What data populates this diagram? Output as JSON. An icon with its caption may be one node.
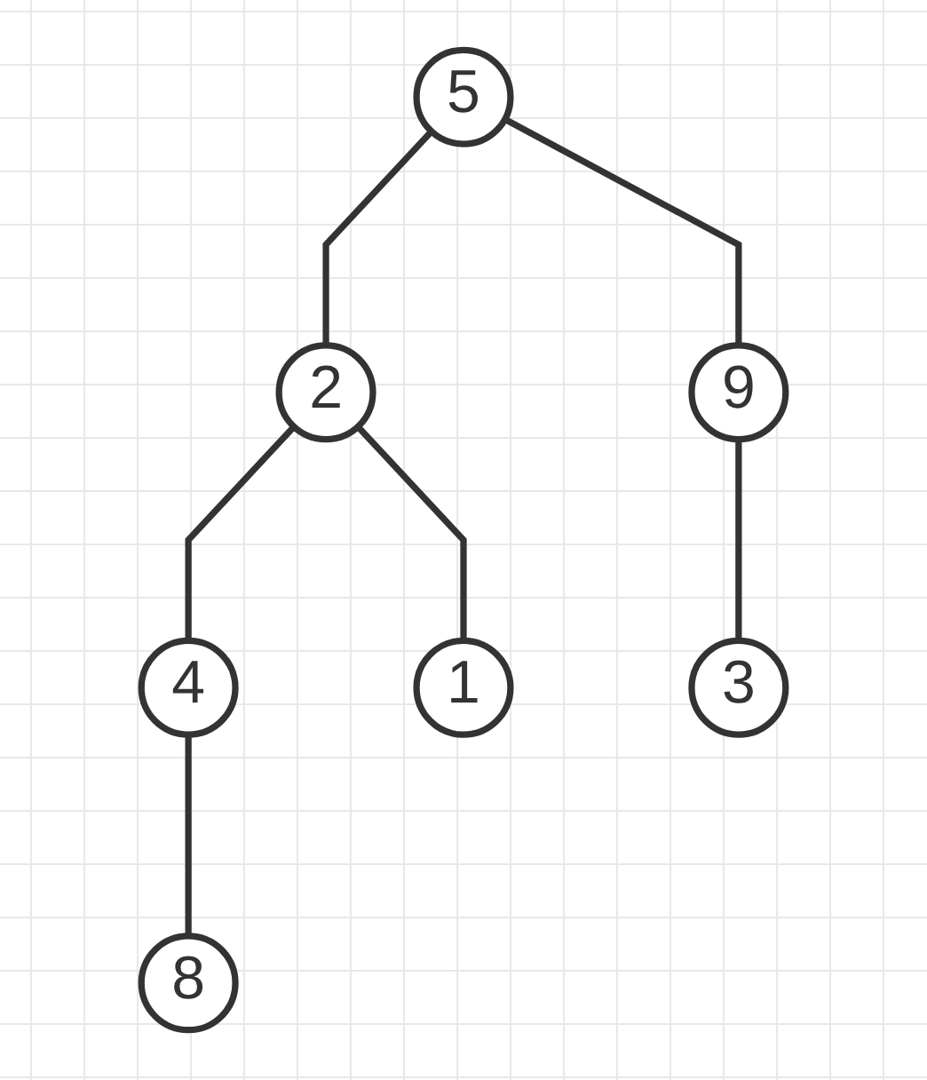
{
  "diagram": {
    "nodes": [
      {
        "text": [
          "5"
        ]
      },
      {
        "text": [
          "2"
        ]
      },
      {
        "text": [
          "9"
        ]
      },
      {
        "text": [
          "4"
        ]
      },
      {
        "text": [
          "1"
        ]
      },
      {
        "text": [
          "3"
        ]
      },
      {
        "text": [
          "8"
        ]
      }
    ],
    "edges": [
      {
        "from": 0,
        "to": 1,
        "arrow": "none"
      },
      {
        "from": 0,
        "to": 2,
        "arrow": "none"
      },
      {
        "from": 1,
        "to": 3,
        "arrow": "none"
      },
      {
        "from": 1,
        "to": 4,
        "arrow": "none"
      },
      {
        "from": 2,
        "to": 5,
        "arrow": "none"
      },
      {
        "from": 3,
        "to": 6,
        "arrow": "none"
      }
    ]
  }
}
